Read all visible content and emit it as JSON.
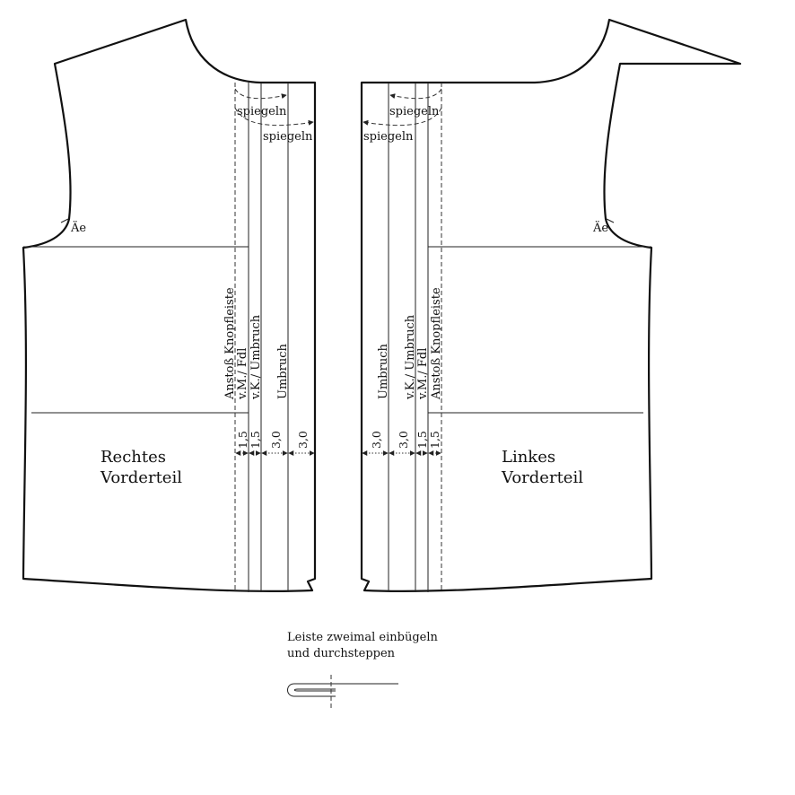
{
  "left_piece": {
    "name_line1": "Rechtes",
    "name_line2": "Vorderteil",
    "notch_label": "Äe",
    "mirror_label_1": "spiegeln",
    "mirror_label_2": "spiegeln",
    "line_anstoss": "Anstoß Knopfleiste",
    "line_vm": "v.M./ Fdl",
    "line_vk": "v.K./ Umbruch",
    "line_umbruch": "Umbruch",
    "dim_1": "1,5",
    "dim_2": "1,5",
    "dim_3": "3,0",
    "dim_4": "3,0"
  },
  "right_piece": {
    "name_line1": "Linkes",
    "name_line2": "Vorderteil",
    "notch_label": "Äe",
    "mirror_label_1": "spiegeln",
    "mirror_label_2": "spiegeln",
    "line_anstoss": "Anstoß Knopfleiste",
    "line_vm": "v.M./ Fdl",
    "line_vk": "v.K./ Umbruch",
    "line_umbruch": "Umbruch",
    "dim_1": "3,0",
    "dim_2": "3,0",
    "dim_3": "1,5",
    "dim_4": "1,5"
  },
  "instruction": {
    "line1": "Leiste zweimal einbügeln",
    "line2": "und durchsteppen"
  },
  "icons": {
    "arrows": "mirror-arrow-icon",
    "fold": "fold-detail-icon"
  },
  "colors": {
    "line": "#111111",
    "background": "#ffffff"
  }
}
